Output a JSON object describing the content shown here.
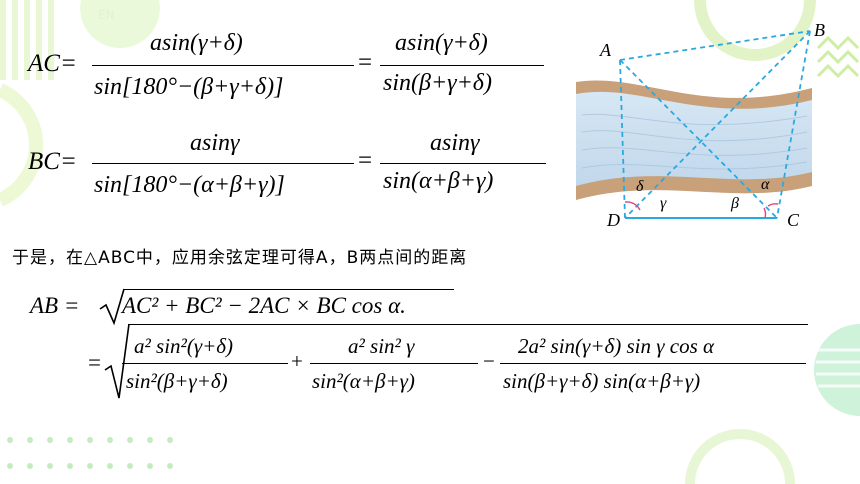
{
  "corner_tag": "EN",
  "eq1": {
    "lhs": "AC=",
    "num1": "asin(γ+δ)",
    "den1": "sin[180°−(β+γ+δ)]",
    "eq": "=",
    "num2": "asin(γ+δ)",
    "den2": "sin(β+γ+δ)"
  },
  "eq2": {
    "lhs": "BC=",
    "num1": "asinγ",
    "den1": "sin[180°−(α+β+γ)]",
    "eq": "=",
    "num2": "asinγ",
    "den2": "sin(α+β+γ)"
  },
  "lead_text": "于是，在△ABC中，应用余弦定理可得A，B两点间的距离",
  "eq3": {
    "lhs": "AB =",
    "radicand": "AC² + BC² − 2AC × BC cos α.",
    "eq": "=",
    "t1_num": "a² sin²(γ+δ)",
    "t1_den": "sin²(β+γ+δ)",
    "plus": "+",
    "t2_num": "a² sin² γ",
    "t2_den": "sin²(α+β+γ)",
    "minus": "−",
    "t3_num": "2a² sin(γ+δ) sin γ cos α",
    "t3_den": "sin(β+γ+δ) sin(α+β+γ)"
  },
  "figure": {
    "labels": {
      "A": "A",
      "B": "B",
      "C": "C",
      "D": "D"
    },
    "angles": {
      "delta": "δ",
      "gamma": "γ",
      "beta": "β",
      "alpha": "α"
    }
  },
  "colors": {
    "dashed_line": "#29a9e0",
    "river": "#c8dcee",
    "bank": "#c9a27a",
    "arc": "#e0457b",
    "deco_green": "#b8e986",
    "deco_teal": "#7fd9c8"
  }
}
